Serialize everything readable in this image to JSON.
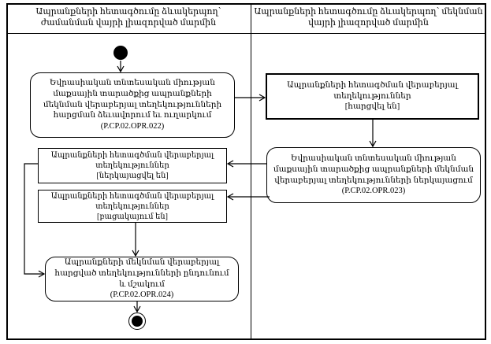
{
  "header": {
    "left_lane": "Ապրանքների հետագծումը ձևակերպող՝ ժամանման վայրի լիազորված մարմին",
    "right_lane": "Ապրանքների հետագծումը ձևակերպող՝ մեկնման վայրի լիազորված մարմին"
  },
  "activities": {
    "form_send_request": {
      "title": "Եվրասիական տնտեսական միության մաքսային տարածքից ապրանքների մեկնման վերաբերյալ տեղեկությունների հարցման ձեւավորում եւ ուղարկում",
      "code": "(P.CP.02.OPR.022)"
    },
    "present_info": {
      "title": "Եվրասիական տնտեսական միության մաքսային տարածքից ապրանքների մեկնման վերաբերյալ տեղեկությունների ներկայացում",
      "code": "(P.CP.02.OPR.023)"
    },
    "receive_process": {
      "title": "Ապրանքների մեկնման վերաբերյալ հարցված տեղեկությունների ընդունում և մշակում",
      "code": "(P.CP.02.OPR.024)"
    }
  },
  "objects": {
    "info_requested": {
      "title": "Ապրանքների հետագծման վերաբերյալ տեղեկություններ",
      "state": "[հարցվել են]"
    },
    "info_presented": {
      "title": "Ապրանքների հետագծման վերաբերյալ տեղեկություններ",
      "state": "[ներկայացվել են]"
    },
    "info_absent": {
      "title": "Ապրանքների հետագծման վերաբերյալ տեղեկություններ",
      "state": "[բացակայում են]"
    }
  }
}
